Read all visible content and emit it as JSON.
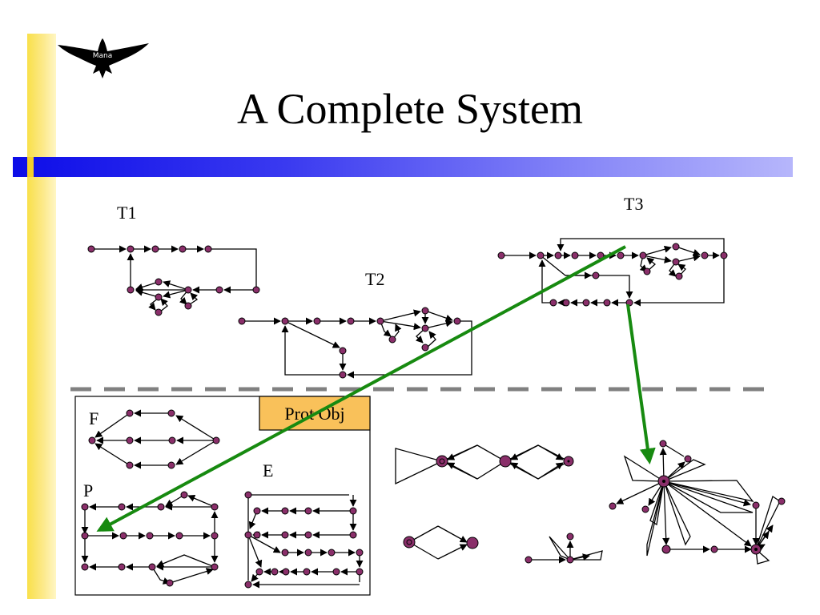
{
  "slide": {
    "title": "A Complete System",
    "logo_text": "Mana"
  },
  "labels": {
    "t1": "T1",
    "t2": "T2",
    "t3": "T3",
    "f": "F",
    "p": "P",
    "e": "E",
    "prot_obj": "Prot Obj"
  },
  "colors": {
    "node": "#8a2f6a",
    "arrow_green": "#178a10",
    "divider": "#808080",
    "prot_obj_fill": "#f9c15a",
    "band_blue": "#0d0de8",
    "side_yellow": "#f9e04a"
  }
}
